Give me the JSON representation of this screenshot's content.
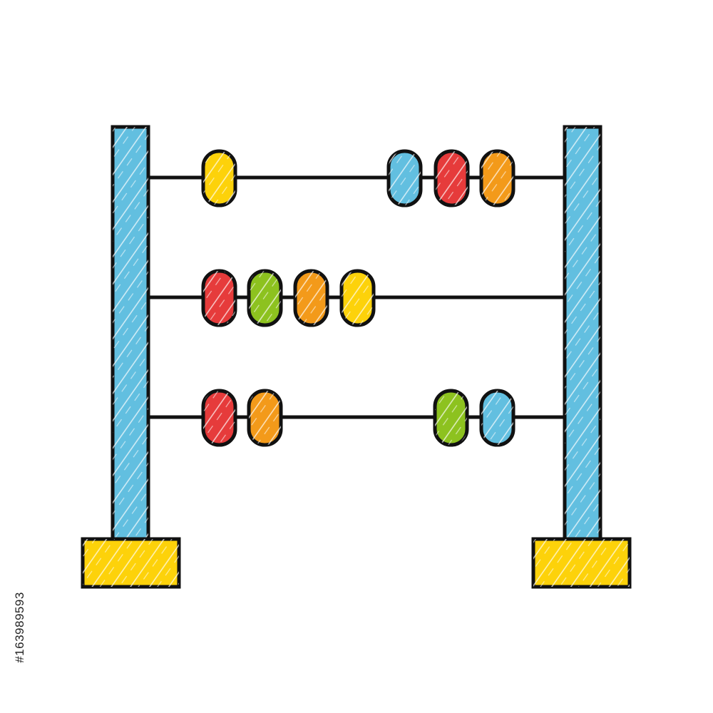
{
  "image": {
    "subject": "abacus-icon",
    "watermark_text": "#163989593",
    "colors": {
      "outline": "#111111",
      "frame": "#62bfe0",
      "base": "#fdd20a",
      "hatch": "#ffffff",
      "bead_yellow": "#fdd20a",
      "bead_blue": "#62bfe0",
      "bead_red": "#e63b3b",
      "bead_orange": "#f39a1a",
      "bead_green": "#8dc21f"
    },
    "rods": [
      {
        "beads": [
          "yellow",
          "blue",
          "red",
          "orange"
        ]
      },
      {
        "beads": [
          "red",
          "green",
          "orange",
          "yellow"
        ]
      },
      {
        "beads": [
          "red",
          "orange",
          "green",
          "blue"
        ]
      }
    ]
  }
}
